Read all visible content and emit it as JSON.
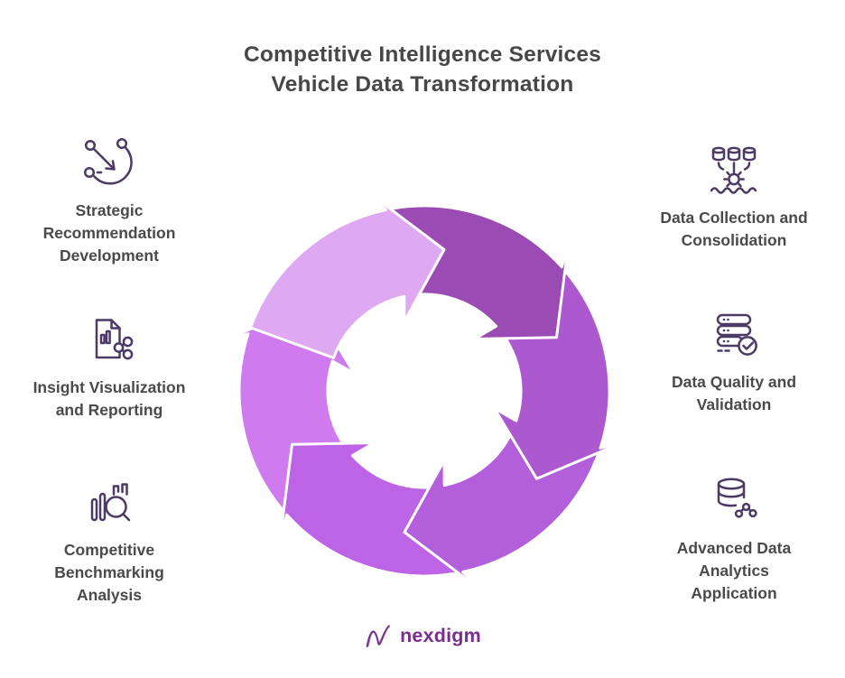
{
  "title": {
    "line1": "Competitive Intelligence Services",
    "line2": "Vehicle Data Transformation",
    "color": "#474747"
  },
  "items": {
    "label_color": "#4A4A4A",
    "icon_color": "#4C3A66",
    "left": [
      {
        "label": "Strategic\nRecommendation\nDevelopment",
        "icon": "strategy-arrow-icon"
      },
      {
        "label": "Insight Visualization\nand Reporting",
        "icon": "report-share-icon"
      },
      {
        "label": "Competitive\nBenchmarking\nAnalysis",
        "icon": "benchmark-search-icon"
      }
    ],
    "right": [
      {
        "label": "Data Collection and\nConsolidation",
        "icon": "data-collection-gear-icon"
      },
      {
        "label": "Data Quality and\nValidation",
        "icon": "server-check-icon"
      },
      {
        "label": "Advanced Data\nAnalytics\nApplication",
        "icon": "database-analytics-icon"
      }
    ]
  },
  "cycle": {
    "type": "circular-arrow-cycle",
    "direction": "clockwise",
    "segments": [
      {
        "position": "top-left",
        "color": "#DFA8F2"
      },
      {
        "position": "top-right",
        "color": "#9A4BB4"
      },
      {
        "position": "right",
        "color": "#AC58CE"
      },
      {
        "position": "bottom-right",
        "color": "#B35FDB"
      },
      {
        "position": "bottom-left",
        "color": "#BD64E6"
      },
      {
        "position": "left",
        "color": "#D07AF0"
      }
    ]
  },
  "logo": {
    "text": "nexdigm",
    "color": "#7B2D8E"
  }
}
